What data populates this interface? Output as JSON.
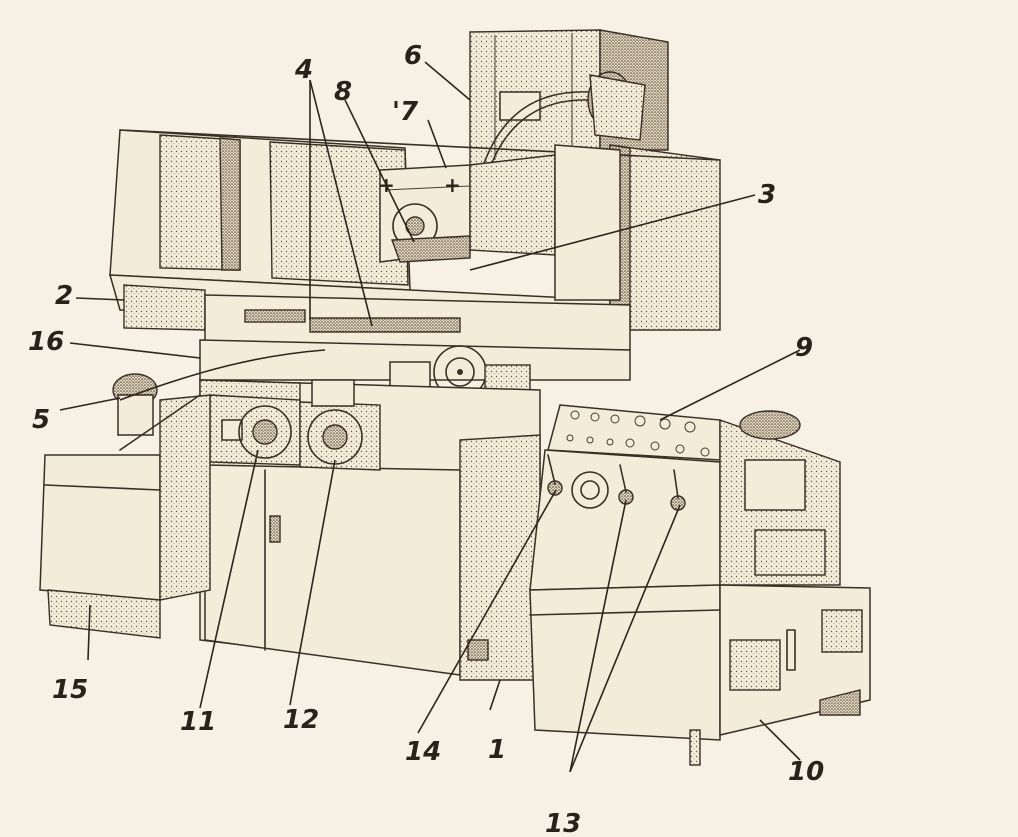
{
  "diagram": {
    "callouts": [
      {
        "id": "c1",
        "label": "1"
      },
      {
        "id": "c2",
        "label": "2"
      },
      {
        "id": "c3",
        "label": "3"
      },
      {
        "id": "c4",
        "label": "4"
      },
      {
        "id": "c5",
        "label": "5"
      },
      {
        "id": "c6",
        "label": "6"
      },
      {
        "id": "c7",
        "label": "'7"
      },
      {
        "id": "c8",
        "label": "8"
      },
      {
        "id": "c9",
        "label": "9"
      },
      {
        "id": "c10",
        "label": "10"
      },
      {
        "id": "c11",
        "label": "11"
      },
      {
        "id": "c12",
        "label": "12"
      },
      {
        "id": "c13",
        "label": "13"
      },
      {
        "id": "c14",
        "label": "14"
      },
      {
        "id": "c15",
        "label": "15"
      },
      {
        "id": "c16",
        "label": "16"
      }
    ]
  }
}
